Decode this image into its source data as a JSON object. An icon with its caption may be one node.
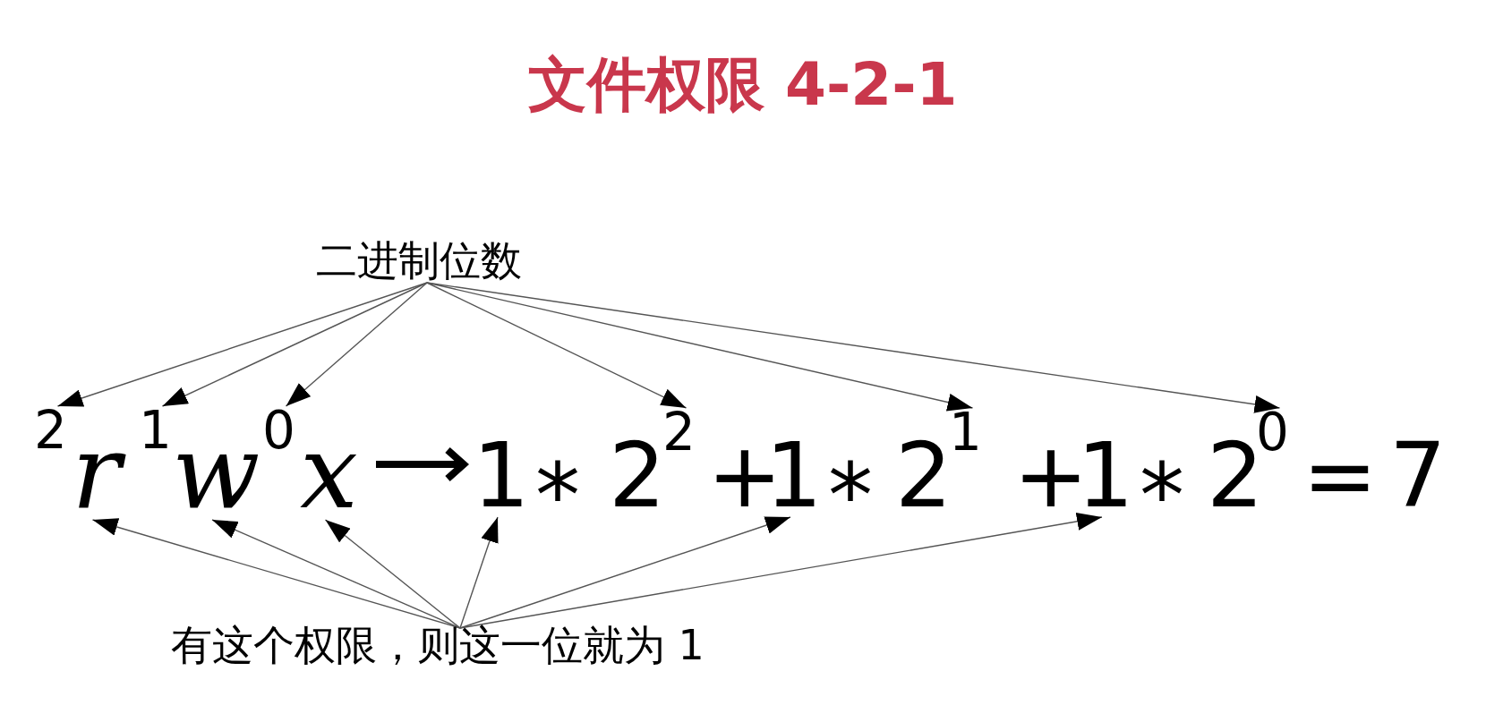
{
  "diagram": {
    "title": "文件权限 4-2-1",
    "nodes": [
      {
        "text": [
          "二进制位数"
        ]
      },
      {
        "text": [
          "2"
        ]
      },
      {
        "text": [
          "1"
        ]
      },
      {
        "text": [
          "0"
        ]
      },
      {
        "text": [
          "2"
        ]
      },
      {
        "text": [
          "1"
        ]
      },
      {
        "text": [
          "0"
        ]
      },
      {
        "text": [
          "r"
        ]
      },
      {
        "text": [
          "w"
        ]
      },
      {
        "text": [
          "x"
        ]
      },
      {
        "text": [
          "1"
        ]
      },
      {
        "text": [
          "1"
        ]
      },
      {
        "text": [
          "1"
        ]
      },
      {
        "text": [
          "有这个权限，则这一位就为 1"
        ]
      }
    ],
    "edges": [
      {
        "from": 0,
        "to": 1,
        "arrow": "to"
      },
      {
        "from": 0,
        "to": 2,
        "arrow": "to"
      },
      {
        "from": 0,
        "to": 3,
        "arrow": "to"
      },
      {
        "from": 0,
        "to": 4,
        "arrow": "to"
      },
      {
        "from": 0,
        "to": 5,
        "arrow": "to"
      },
      {
        "from": 0,
        "to": 6,
        "arrow": "to"
      },
      {
        "from": 13,
        "to": 7,
        "arrow": "to"
      },
      {
        "from": 13,
        "to": 8,
        "arrow": "to"
      },
      {
        "from": 13,
        "to": 9,
        "arrow": "to"
      },
      {
        "from": 13,
        "to": 10,
        "arrow": "to"
      },
      {
        "from": 13,
        "to": 11,
        "arrow": "to"
      },
      {
        "from": 13,
        "to": 12,
        "arrow": "to"
      },
      {
        "from": 9,
        "to": 10,
        "arrow": "to",
        "style": "thick"
      }
    ],
    "labels": [
      "*",
      "2",
      "+",
      "*",
      "2",
      "+",
      "*",
      "2",
      "=",
      "7"
    ]
  }
}
